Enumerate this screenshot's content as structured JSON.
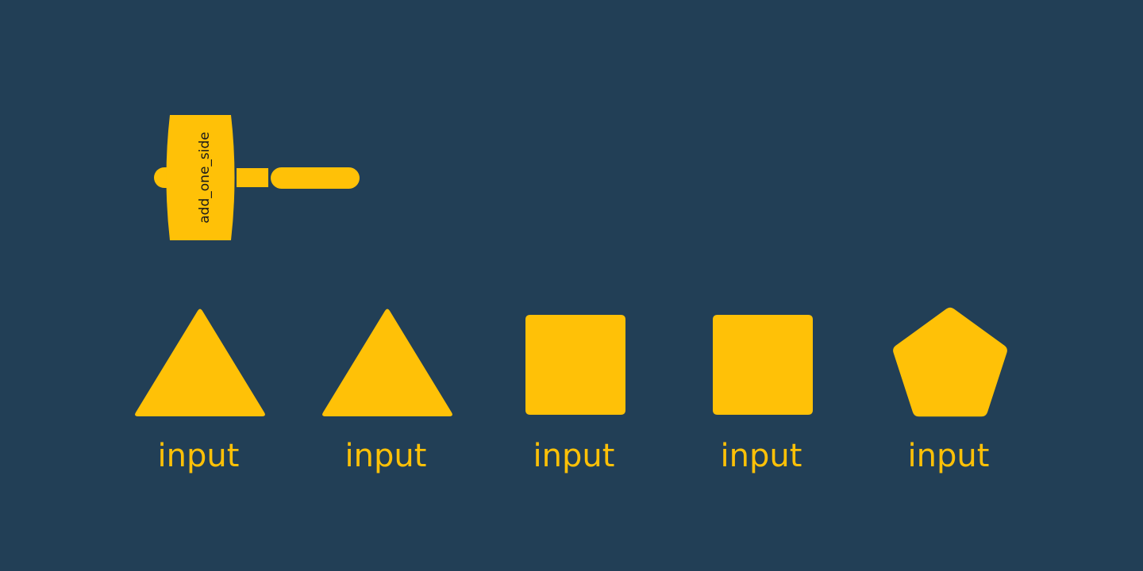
{
  "colors": {
    "background": "#223f56",
    "shape": "#ffc107",
    "hammer_text": "#1a1a1a"
  },
  "hammer": {
    "icon": "hammer-icon",
    "label": "add_one_side"
  },
  "shapes": [
    {
      "type": "triangle",
      "sides": 3,
      "label": "input"
    },
    {
      "type": "triangle",
      "sides": 3,
      "label": "input"
    },
    {
      "type": "square",
      "sides": 4,
      "label": "input"
    },
    {
      "type": "square",
      "sides": 4,
      "label": "input"
    },
    {
      "type": "pentagon",
      "sides": 5,
      "label": "input"
    }
  ]
}
